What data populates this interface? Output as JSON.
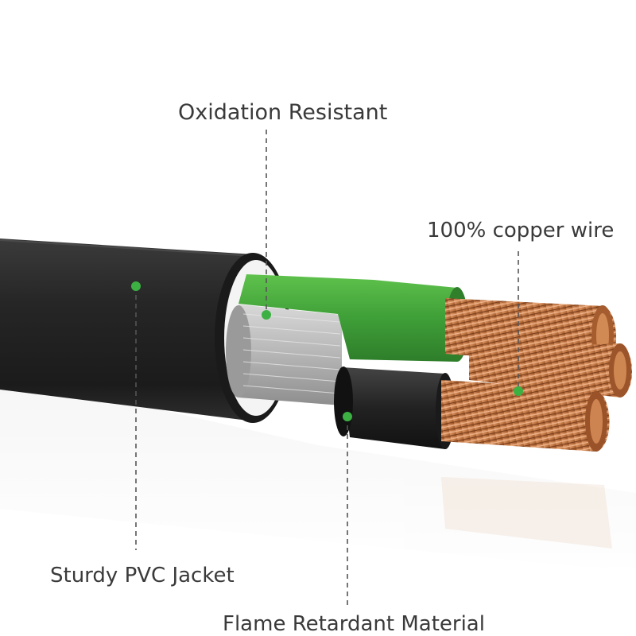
{
  "labels": {
    "oxidation": "Oxidation Resistant",
    "copper": "100% copper wire",
    "pvc_jacket": "Sturdy PVC Jacket",
    "flame": "Flame Retardant Material"
  },
  "colors": {
    "accent_green": "#3cb043",
    "jacket_black": "#2a2a2a",
    "insulation_green": "#43a03a",
    "insulation_gray": "#b9b9b9",
    "copper": "#c47a46",
    "leader_line": "#555555"
  }
}
